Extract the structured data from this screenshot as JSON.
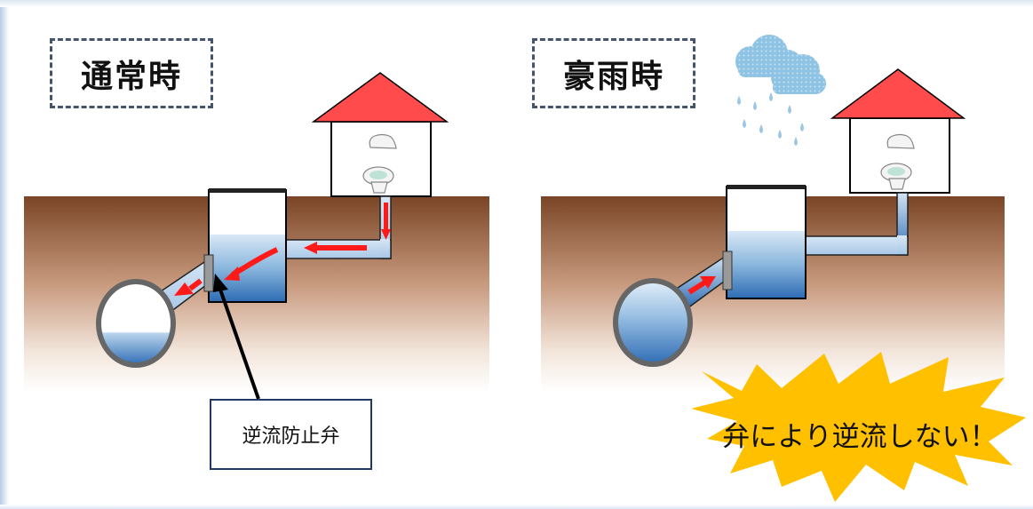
{
  "panels": {
    "normal": {
      "title": "通常時"
    },
    "heavy_rain": {
      "title": "豪雨時"
    }
  },
  "callout": {
    "label": "逆流防止弁"
  },
  "burst": {
    "label": "弁により逆流しない！"
  },
  "colors": {
    "roof": "#ff4b4b",
    "ground_top": "#7a4526",
    "ground_bottom": "#ffffff",
    "water": "#3d7cc4",
    "pipe": "#bcd6ee",
    "flow_arrow": "#ff1a1a",
    "burst": "#ffc000",
    "cloud": "#8fc3e4",
    "raindrop": "#9cc7e4"
  }
}
